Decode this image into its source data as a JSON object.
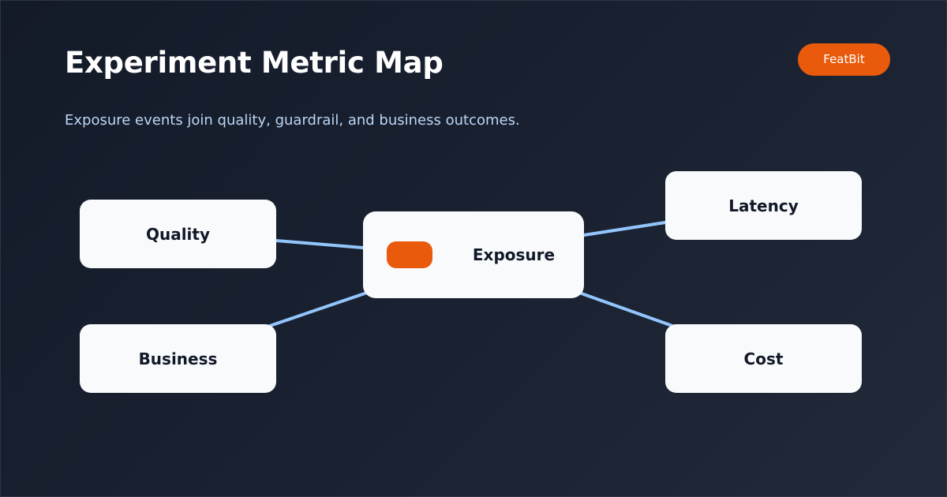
{
  "header": {
    "title": "Experiment Metric Map",
    "subtitle": "Exposure events join quality, guardrail, and business outcomes.",
    "brand_label": "FeatBit"
  },
  "diagram": {
    "center": {
      "label": "Exposure"
    },
    "nodes": [
      {
        "id": "quality",
        "label": "Quality"
      },
      {
        "id": "business",
        "label": "Business"
      },
      {
        "id": "latency",
        "label": "Latency"
      },
      {
        "id": "cost",
        "label": "Cost"
      }
    ],
    "edges": [
      {
        "from": "exposure",
        "to": "quality"
      },
      {
        "from": "exposure",
        "to": "business"
      },
      {
        "from": "exposure",
        "to": "latency"
      },
      {
        "from": "exposure",
        "to": "cost"
      }
    ]
  },
  "colors": {
    "background": "#161d2b",
    "accent": "#ea5a0c",
    "node_fill": "#f8fafc",
    "edge": "#93c5fd",
    "title_text": "#ffffff",
    "subtitle_text": "#bcd6f7"
  }
}
